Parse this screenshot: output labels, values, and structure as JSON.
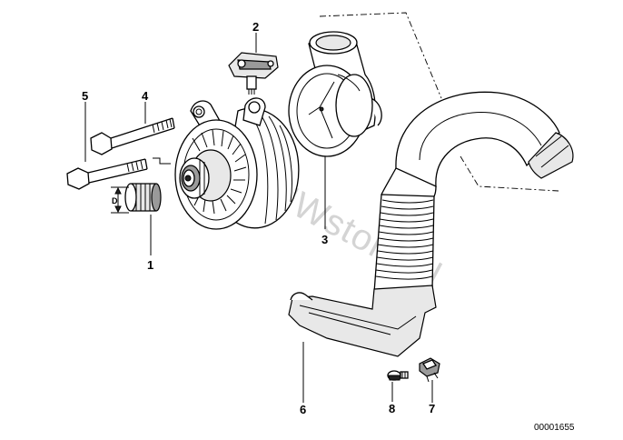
{
  "callouts": {
    "c1": "1",
    "c2": "2",
    "c3": "3",
    "c4": "4",
    "c5": "5",
    "c6": "6",
    "c7": "7",
    "c8": "8"
  },
  "dimension_label": "D",
  "diagram_code": "00001655",
  "watermark": "BMWstore.pl",
  "colors": {
    "ink": "#000000",
    "background": "#ffffff",
    "watermark": "#d4d4d4"
  }
}
